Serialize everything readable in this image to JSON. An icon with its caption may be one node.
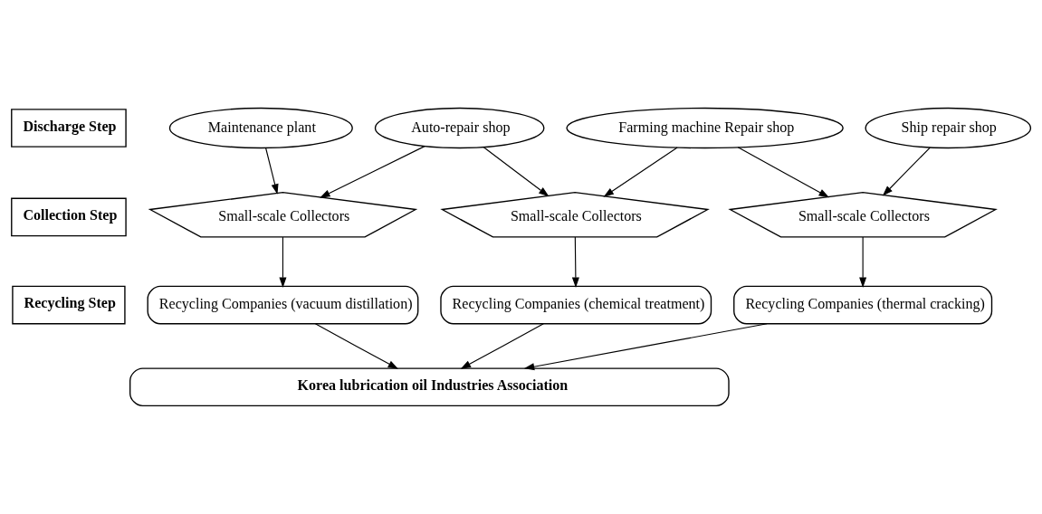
{
  "diagram": {
    "nodes": [
      {
        "text": [
          "Discharge Step"
        ]
      },
      {
        "text": [
          "Collection Step"
        ]
      },
      {
        "text": [
          "Recycling Step"
        ]
      },
      {
        "text": [
          "Maintenance plant"
        ]
      },
      {
        "text": [
          "Auto-repair shop"
        ]
      },
      {
        "text": [
          "Farming machine Repair shop"
        ]
      },
      {
        "text": [
          "Ship repair shop"
        ]
      },
      {
        "text": [
          "Small-scale Collectors"
        ]
      },
      {
        "text": [
          "Small-scale Collectors"
        ]
      },
      {
        "text": [
          "Small-scale Collectors"
        ]
      },
      {
        "text": [
          "Recycling Companies (vacuum distillation)"
        ]
      },
      {
        "text": [
          "Recycling Companies (chemical treatment)"
        ]
      },
      {
        "text": [
          "Recycling Companies (thermal cracking)"
        ]
      },
      {
        "text": [
          "Korea lubrication oil Industries Association"
        ]
      }
    ],
    "edges": [
      {
        "from": 3,
        "to": 7,
        "arrow": "to"
      },
      {
        "from": 4,
        "to": 7,
        "arrow": "to"
      },
      {
        "from": 4,
        "to": 8,
        "arrow": "to"
      },
      {
        "from": 5,
        "to": 8,
        "arrow": "to"
      },
      {
        "from": 5,
        "to": 9,
        "arrow": "to"
      },
      {
        "from": 6,
        "to": 9,
        "arrow": "to"
      },
      {
        "from": 7,
        "to": 10,
        "arrow": "to"
      },
      {
        "from": 8,
        "to": 11,
        "arrow": "to"
      },
      {
        "from": 9,
        "to": 12,
        "arrow": "to"
      },
      {
        "from": 10,
        "to": 13,
        "arrow": "to"
      },
      {
        "from": 11,
        "to": 13,
        "arrow": "to"
      },
      {
        "from": 12,
        "to": 13,
        "arrow": "to"
      }
    ]
  }
}
